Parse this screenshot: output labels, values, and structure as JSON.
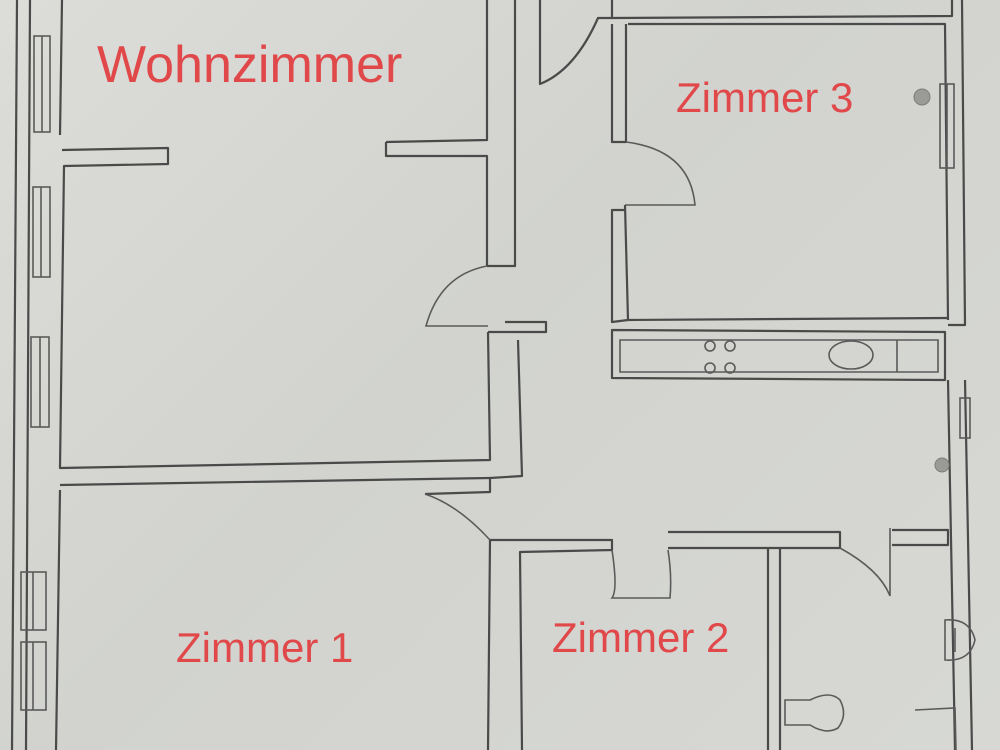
{
  "plan": {
    "rooms": [
      {
        "id": "living-room",
        "label": "Wohnzimmer"
      },
      {
        "id": "room-3",
        "label": "Zimmer 3"
      },
      {
        "id": "room-1",
        "label": "Zimmer 1"
      },
      {
        "id": "room-2",
        "label": "Zimmer 2"
      }
    ],
    "colors": {
      "label": "#e0484a",
      "wall": "#4a4a4a",
      "paper": "#d6d7d3"
    }
  }
}
